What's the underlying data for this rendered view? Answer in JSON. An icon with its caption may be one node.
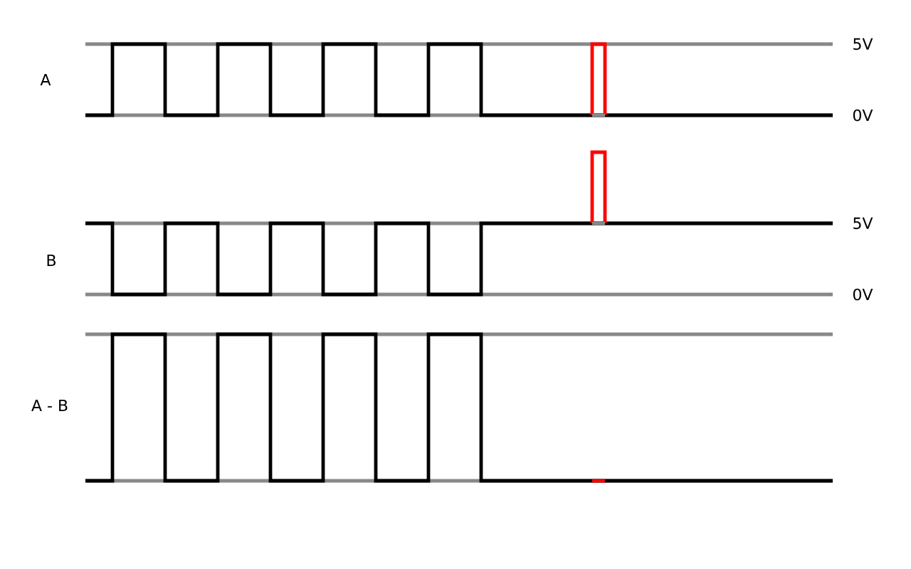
{
  "diagram": {
    "labels": [
      "A",
      "5V",
      "0V",
      "B",
      "5V",
      "0V",
      "A - B"
    ]
  }
}
